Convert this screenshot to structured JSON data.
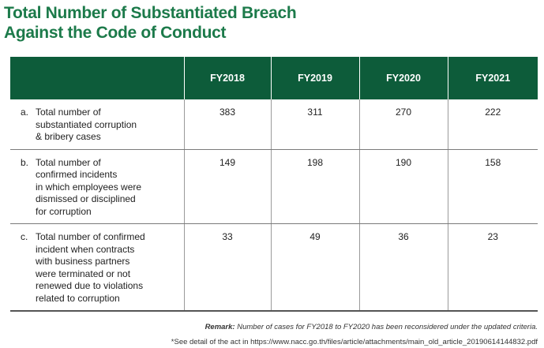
{
  "title": {
    "line1": "Total Number of Substantiated Breach",
    "line2": "Against the Code of Conduct"
  },
  "table": {
    "headers": [
      "FY2018",
      "FY2019",
      "FY2020",
      "FY2021"
    ],
    "rows": [
      {
        "letter": "a.",
        "lines": [
          "Total number of",
          "substantiated corruption",
          "& bribery cases"
        ],
        "values": [
          "383",
          "311",
          "270",
          "222"
        ]
      },
      {
        "letter": "b.",
        "lines": [
          "Total number of",
          "confirmed incidents",
          "in which employees were",
          "dismissed or disciplined",
          "for corruption"
        ],
        "values": [
          "149",
          "198",
          "190",
          "158"
        ]
      },
      {
        "letter": "c.",
        "lines": [
          "Total number of confirmed",
          "incident when contracts",
          "with business partners",
          "were terminated or not",
          "renewed due to violations",
          "related to corruption"
        ],
        "values": [
          "33",
          "49",
          "36",
          "23"
        ]
      }
    ]
  },
  "remark": {
    "label": "Remark:",
    "text": " Number of cases for FY2018 to FY2020 has been reconsidered under the updated criteria."
  },
  "footnote": "*See detail of the act in https://www.nacc.go.th/files/article/attachments/main_old_article_20190614144832.pdf"
}
